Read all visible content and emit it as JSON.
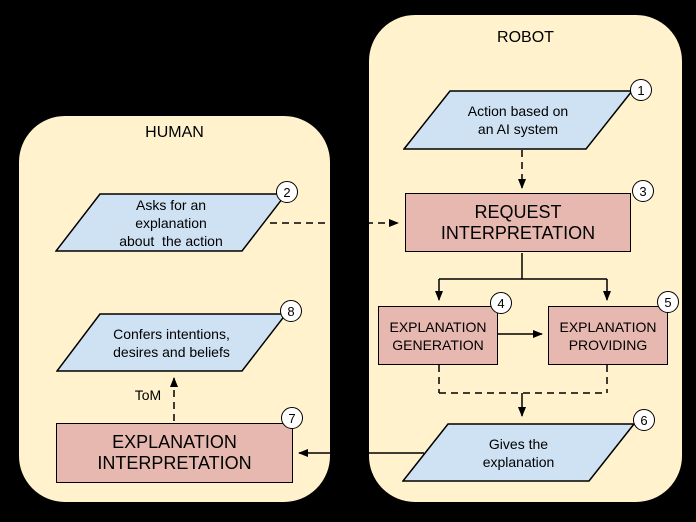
{
  "colors": {
    "background": "#000000",
    "container_fill": "#FFF2CC",
    "container_stroke": "#000000",
    "process_fill": "#E6B8AF",
    "io_fill": "#CFE2F3",
    "badge_fill": "#FFFFFF",
    "line": "#000000"
  },
  "human": {
    "title": "HUMAN"
  },
  "robot": {
    "title": "ROBOT"
  },
  "nodes": {
    "action": {
      "badge": "1",
      "label": "Action based on\nan AI system"
    },
    "asks": {
      "badge": "2",
      "label": "Asks for an\nexplanation\nabout  the action"
    },
    "request": {
      "badge": "3",
      "label": "REQUEST\nINTERPRETATION"
    },
    "generation": {
      "badge": "4",
      "label": "EXPLANATION\nGENERATION"
    },
    "providing": {
      "badge": "5",
      "label": "EXPLANATION\nPROVIDING"
    },
    "gives": {
      "badge": "6",
      "label": "Gives the\nexplanation"
    },
    "interpretation": {
      "badge": "7",
      "label": "EXPLANATION\nINTERPRETATION"
    },
    "confers": {
      "badge": "8",
      "label": "Confers intentions,\ndesires and beliefs"
    }
  },
  "edges": {
    "tom_label": "ToM"
  }
}
